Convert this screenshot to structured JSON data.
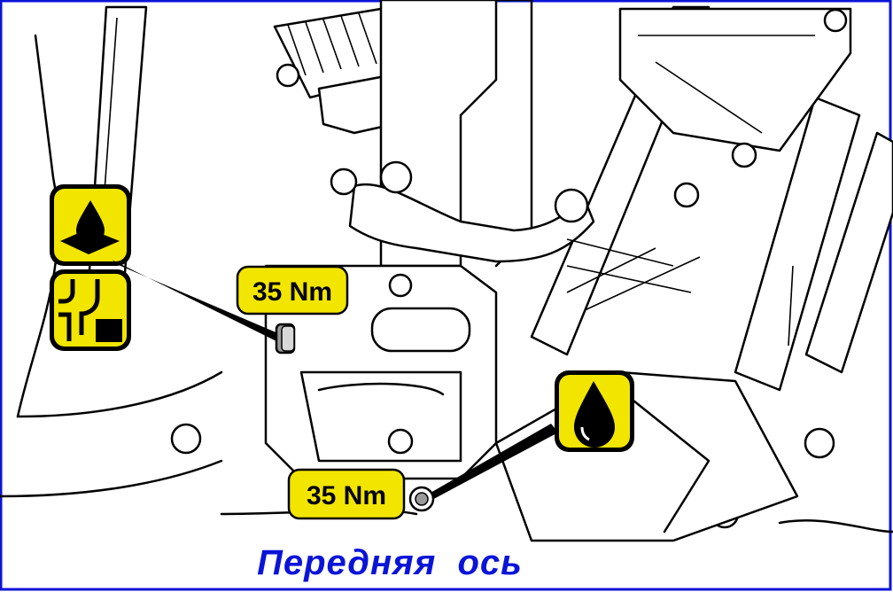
{
  "labels": {
    "torque_upper": "35 Nm",
    "torque_lower": "35 Nm"
  },
  "caption": "Передняя  ось",
  "icons": [
    "sealant-icon",
    "plug-icon",
    "oil-drop-icon"
  ],
  "colors": {
    "label_yellow": "#f2e600",
    "caption_blue": "#0a14d8",
    "border_blue": "#0a14d8"
  }
}
